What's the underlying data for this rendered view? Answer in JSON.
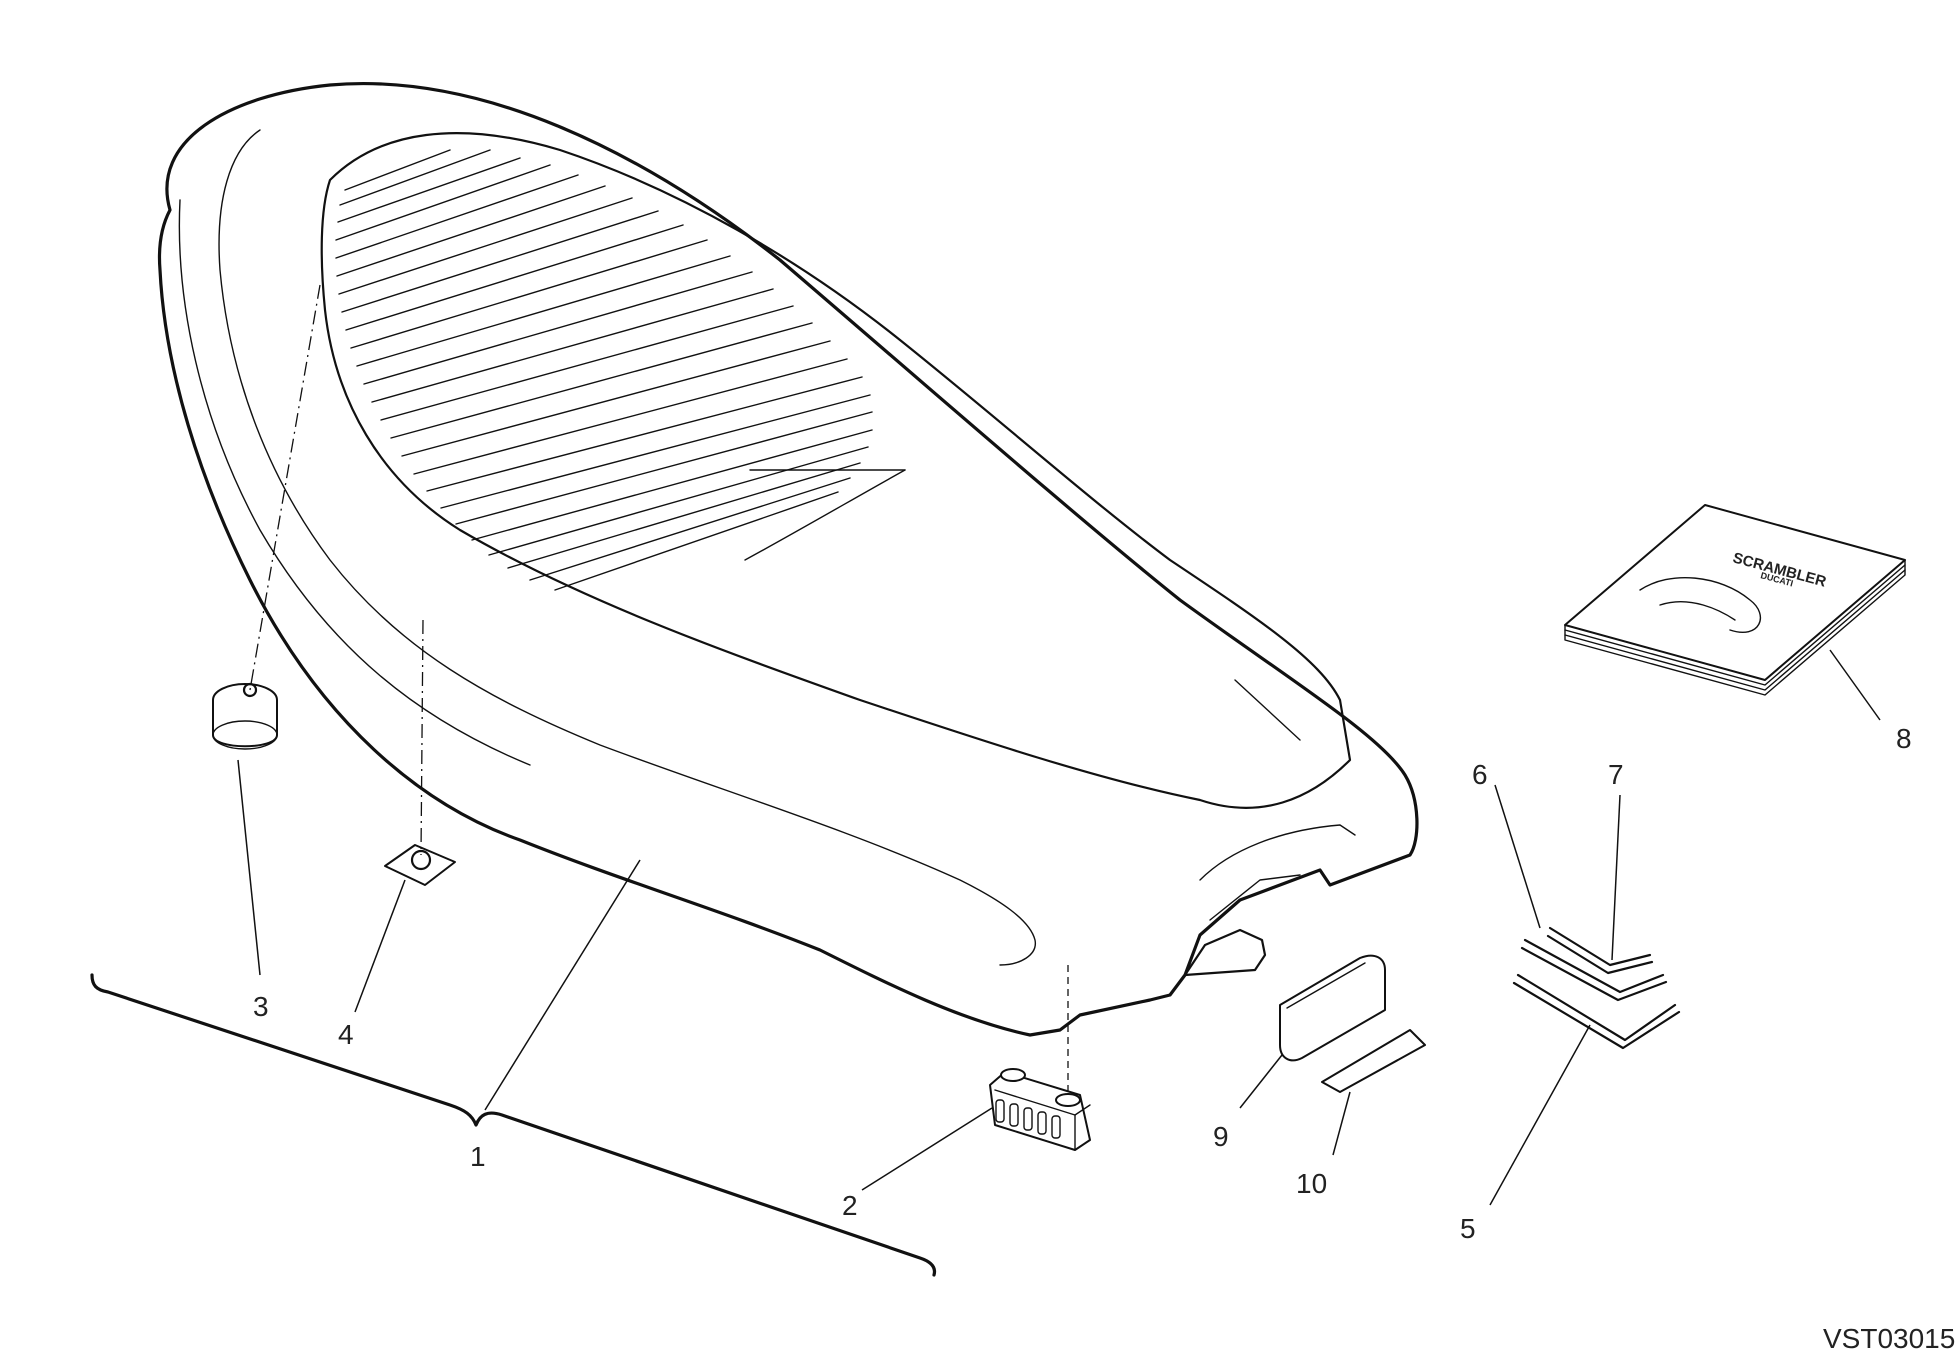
{
  "drawing_code": "VST03015",
  "callouts": [
    {
      "id": "1",
      "label": "1"
    },
    {
      "id": "2",
      "label": "2"
    },
    {
      "id": "3",
      "label": "3"
    },
    {
      "id": "4",
      "label": "4"
    },
    {
      "id": "5",
      "label": "5"
    },
    {
      "id": "6",
      "label": "6"
    },
    {
      "id": "7",
      "label": "7"
    },
    {
      "id": "8",
      "label": "8"
    },
    {
      "id": "9",
      "label": "9"
    },
    {
      "id": "10",
      "label": "10"
    }
  ],
  "manual_cover_text": "SCRAMBLER",
  "manual_cover_brand": "DUCATI"
}
